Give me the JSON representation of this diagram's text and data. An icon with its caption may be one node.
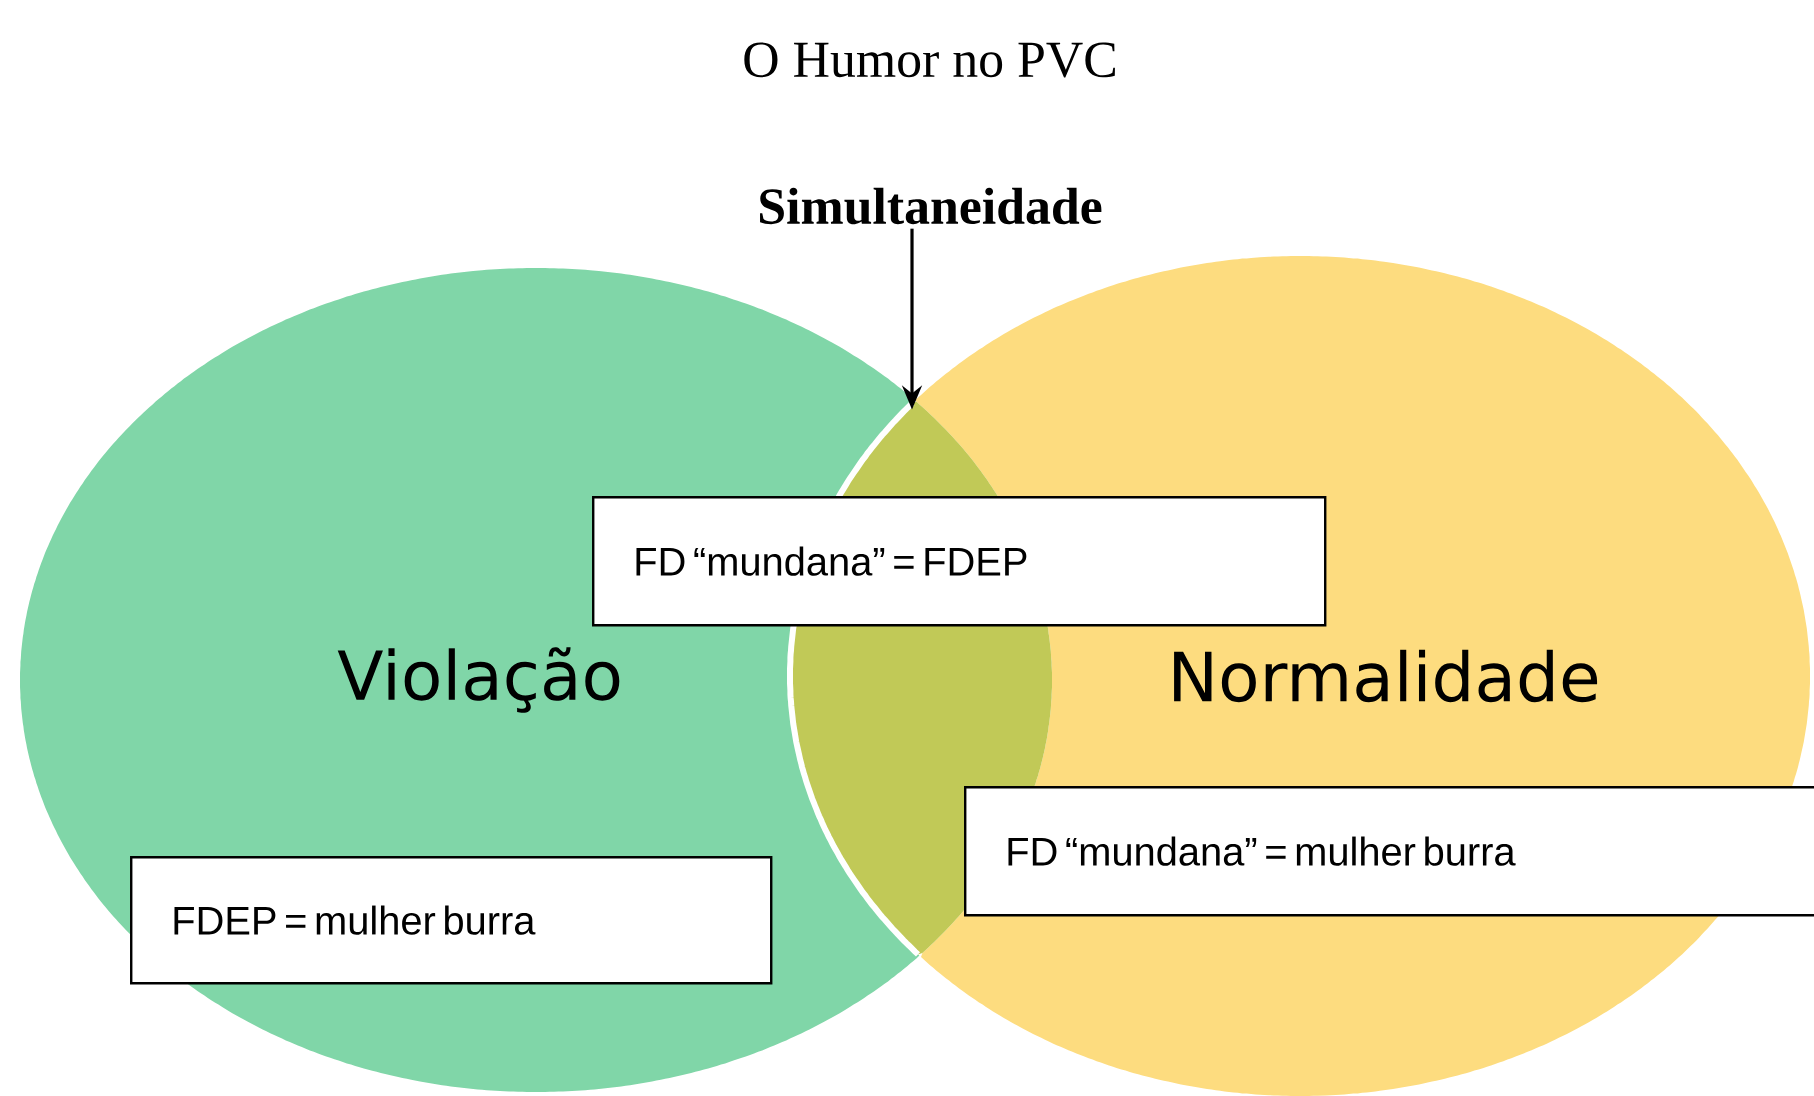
{
  "diagram": {
    "title": "O Humor no PVC",
    "nodes": [
      {
        "text": [
          "Violação"
        ]
      },
      {
        "text": [
          "Normalidade"
        ]
      },
      {
        "text": [
          "Simultaneidade"
        ]
      },
      {
        "text": [
          "FD “mundana” = FDEP"
        ]
      },
      {
        "text": [
          "FDEP = mulher burra"
        ],
        "in": 0
      },
      {
        "text": [
          "FD “mundana” = mulher burra"
        ],
        "in": 1
      },
      {
        "text": [],
        "shape": "lens"
      }
    ],
    "edges": [
      {
        "from": 2,
        "to": 6,
        "arrow": "to"
      }
    ]
  }
}
